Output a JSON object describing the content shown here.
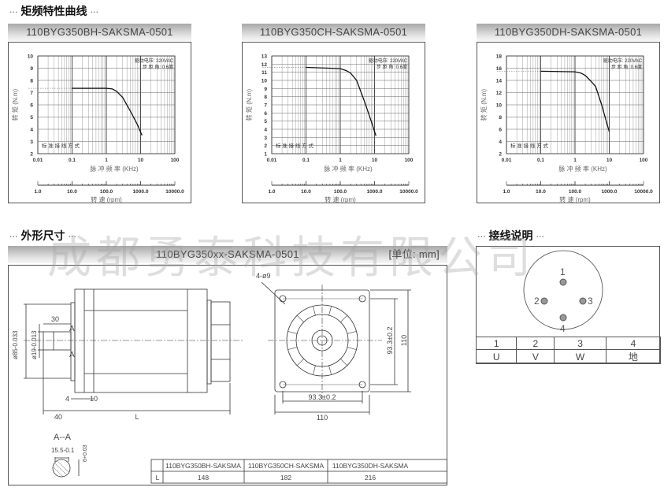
{
  "sections": {
    "curves_title": "矩频特性曲线",
    "dimensions_title": "外形尺寸",
    "wiring_title": "接线说明",
    "dots": "···"
  },
  "watermark": "成都勇泰科技有限公司",
  "chart_data": [
    {
      "type": "line",
      "title": "110BYG350BH-SAKSMA-0501",
      "xlabel": "脉 冲 频 率 (KHz)",
      "ylabel": "转 矩 (N.m)",
      "x_scale": "log",
      "xlim": [
        0.01,
        100
      ],
      "ylim": [
        2,
        10
      ],
      "xticks": [
        "0.01",
        "0.1",
        "1",
        "10",
        "100"
      ],
      "yticks": [
        2,
        3,
        4,
        5,
        6,
        7,
        8,
        9,
        10
      ],
      "rpm_axis_label": "转 速 (rpm)",
      "rpm_ticks": [
        "1.0",
        "10.0",
        "100.0",
        "1000.0",
        "10000.0"
      ],
      "annotation": [
        "驱动电压: 220VAC",
        "步 距 角: 0.6度"
      ],
      "wiring_note": "标 准 接 线 方 式",
      "x": [
        0.1,
        1,
        1.5,
        2,
        3,
        5,
        8,
        11
      ],
      "y": [
        7.35,
        7.35,
        7.3,
        7.1,
        6.6,
        5.5,
        4.4,
        3.5
      ],
      "holding_torque": 7.35
    },
    {
      "type": "line",
      "title": "110BYG350CH-SAKSMA-0501",
      "xlabel": "脉 冲 频 率 (KHz)",
      "ylabel": "转 矩 (N.m)",
      "x_scale": "log",
      "xlim": [
        0.01,
        100
      ],
      "ylim": [
        1,
        13
      ],
      "xticks": [
        "0.01",
        "0.1",
        "1",
        "10",
        "100"
      ],
      "yticks": [
        1,
        2,
        3,
        4,
        5,
        6,
        7,
        8,
        9,
        10,
        11,
        12,
        13
      ],
      "rpm_axis_label": "转 速 (rpm)",
      "rpm_ticks": [
        "1.0",
        "10.0",
        "100.0",
        "1000.0",
        "10000.0"
      ],
      "annotation": [
        "驱动电压: 220VAC",
        "步 距 角: 0.6度"
      ],
      "wiring_note": "标 准 接 线 方 式",
      "x": [
        0.1,
        1,
        1.5,
        2,
        3,
        5,
        8,
        11
      ],
      "y": [
        11.6,
        11.45,
        11.2,
        10.9,
        10,
        7.5,
        5,
        3.2
      ],
      "holding_torque": 11.6
    },
    {
      "type": "line",
      "title": "110BYG350DH-SAKSMA-0501",
      "xlabel": "脉 冲 频 率 (KHz)",
      "ylabel": "转 矩 (N.m)",
      "x_scale": "log",
      "xlim": [
        0.01,
        100
      ],
      "ylim": [
        2,
        18
      ],
      "xticks": [
        "0.01",
        "0.1",
        "1",
        "10",
        "100"
      ],
      "yticks": [
        2,
        4,
        6,
        8,
        10,
        12,
        14,
        16,
        18
      ],
      "rpm_axis_label": "转 速 (rpm)",
      "rpm_ticks": [
        "1.0",
        "10.0",
        "100.0",
        "1000.0",
        "10000.0"
      ],
      "annotation": [
        "驱动电压: 220VAC",
        "步 距 角: 0.6度"
      ],
      "wiring_note": "标 准 接 线 方 式",
      "x": [
        0.1,
        1,
        1.5,
        2,
        3,
        4,
        6,
        8,
        10
      ],
      "y": [
        15.5,
        15.4,
        15.2,
        14.8,
        13.8,
        13,
        10,
        7.5,
        5.6
      ],
      "holding_torque": 15.5
    }
  ],
  "dimensions": {
    "header": "110BYG350xx-SAKSMA-0501",
    "unit": "[单位: mm]",
    "labels": {
      "holes": "4-ø9",
      "shaft_len": "30",
      "flange_dia": "ø85-0.033",
      "shaft_dia": "ø19-0.013",
      "section_mark": "A",
      "flange_thk": "4",
      "step": "10",
      "front_len": "40",
      "body_len": "L",
      "hole_pitch_h": "93.3±0.2",
      "width_h": "110",
      "hole_pitch_v": "93.3±0.2",
      "width_v": "110",
      "section_title": "A--A",
      "flat": "15.5-0.1",
      "key": "6+0.03"
    },
    "table": {
      "row_label": "L",
      "models": [
        "110BYG350BH-SAKSMA",
        "110BYG350CH-SAKSMA",
        "110BYG350DH-SAKSMA"
      ],
      "lengths": [
        "148",
        "182",
        "216"
      ]
    }
  },
  "wiring": {
    "pins": [
      "1",
      "2",
      "3",
      "4"
    ],
    "signals": [
      "U",
      "V",
      "W",
      "地"
    ]
  }
}
